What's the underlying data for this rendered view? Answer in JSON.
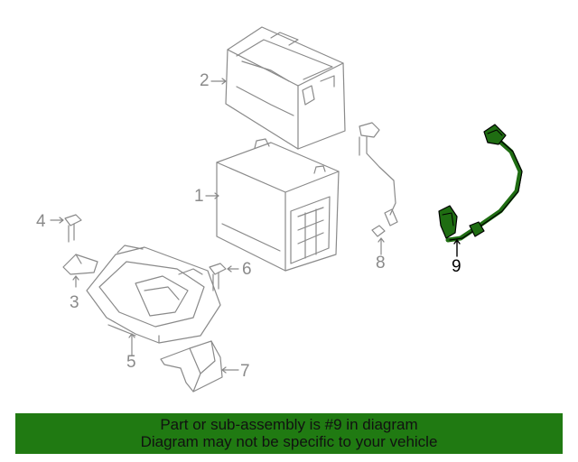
{
  "callouts": {
    "c1": "1",
    "c2": "2",
    "c3": "3",
    "c4": "4",
    "c5": "5",
    "c6": "6",
    "c7": "7",
    "c8": "8",
    "c9": "9"
  },
  "highlight_color": "#1f6d12",
  "banner": {
    "line1": "Part or sub-assembly is #9 in diagram",
    "line2": "Diagram may not be specific to your vehicle",
    "background": "#207a12"
  }
}
